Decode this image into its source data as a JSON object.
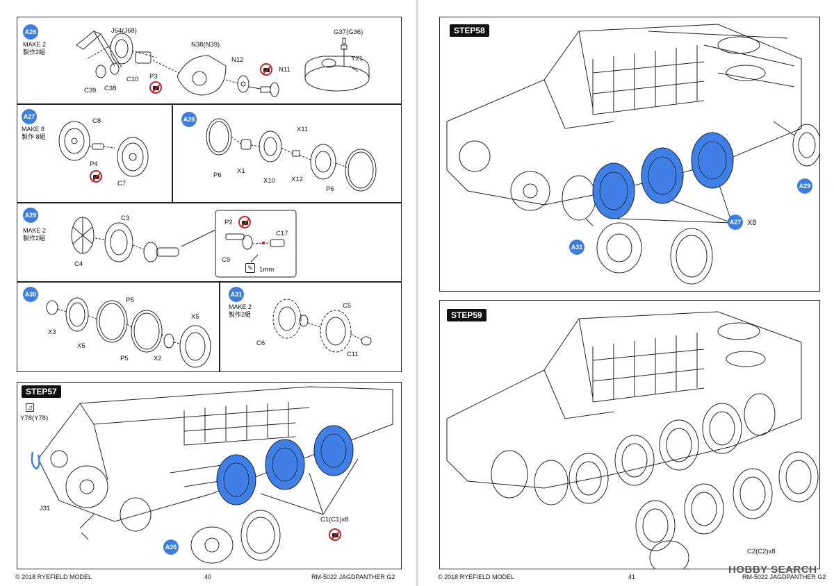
{
  "left": {
    "a26": {
      "badge": "A26",
      "make_en": "MAKE 2",
      "make_jp": "製作2組",
      "labels": [
        "J64(J68)",
        "N38(N39)",
        "G37(G36)",
        "N12",
        "N11",
        "Y21",
        "C10",
        "P3",
        "C39",
        "C38"
      ]
    },
    "a27": {
      "badge": "A27",
      "make_en": "MAKE 8",
      "make_jp": "製作 8組",
      "labels": [
        "C8",
        "P4",
        "C7"
      ]
    },
    "a28": {
      "badge": "A28",
      "labels": [
        "X11",
        "P6",
        "X1",
        "X10",
        "X12",
        "P6"
      ]
    },
    "a29": {
      "badge": "A29",
      "make_en": "MAKE 2",
      "make_jp": "製作2組",
      "labels": [
        "C3",
        "C4",
        "P2",
        "C17",
        "C9",
        "1mm"
      ]
    },
    "a30": {
      "badge": "A30",
      "labels": [
        "P5",
        "X3",
        "X5",
        "X5",
        "P5",
        "X2"
      ]
    },
    "a31": {
      "badge": "A31",
      "make_en": "MAKE 2",
      "make_jp": "製作2組",
      "labels": [
        "C5",
        "C6",
        "C11"
      ]
    },
    "step57": {
      "title": "STEP57",
      "badge": "A26",
      "labels": [
        "Y78(Y78)",
        "J31",
        "C1(C1)x8"
      ]
    },
    "footer": {
      "copyright": "© 2018 RYEFIELD MODEL",
      "page": "40",
      "title": "RM-5022 JAGDPANTHER G2"
    }
  },
  "right": {
    "step58": {
      "title": "STEP58",
      "badge_a29": "A29",
      "badge_a27": "A27",
      "badge_a31": "A31",
      "count": "X8"
    },
    "step59": {
      "title": "STEP59",
      "label": "C2(C2)x8"
    },
    "footer": {
      "copyright": "© 2018 RYEFIELD MODEL",
      "page": "41",
      "title": "RM-5022 JAGDPANTHER G2"
    },
    "watermark": "HOBBY SEARCH"
  },
  "colors": {
    "accent": "#3b7de0",
    "wheel_blue": "#3f7fe6",
    "warning": "#c8202a"
  }
}
